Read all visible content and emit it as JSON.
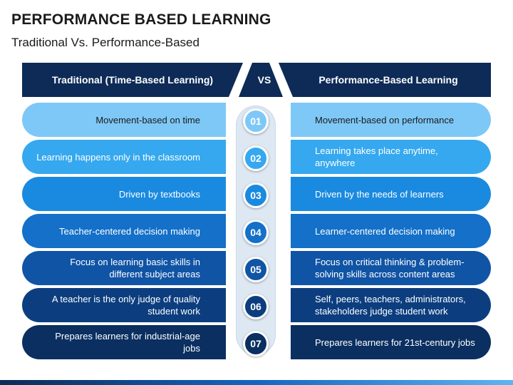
{
  "title": "PERFORMANCE BASED LEARNING",
  "subtitle": "Traditional Vs. Performance-Based",
  "header": {
    "left_label": "Traditional (Time-Based Learning)",
    "vs_label": "VS",
    "right_label": "Performance-Based Learning"
  },
  "colors": {
    "header": "#0d2b56",
    "row_bg": [
      "#7ec8f7",
      "#35a8ef",
      "#1a8ae0",
      "#1470c8",
      "#1054a5",
      "#0c3e7f",
      "#0a2f60"
    ],
    "row_text": [
      "#1a1a1a",
      "#ffffff",
      "#ffffff",
      "#ffffff",
      "#ffffff",
      "#ffffff",
      "#ffffff"
    ]
  },
  "rows": [
    {
      "number": "01",
      "traditional": "Movement-based on time",
      "performance": "Movement-based on performance"
    },
    {
      "number": "02",
      "traditional": "Learning happens only in the classroom",
      "performance": "Learning takes place anytime, anywhere"
    },
    {
      "number": "03",
      "traditional": "Driven by textbooks",
      "performance": "Driven by the needs of learners"
    },
    {
      "number": "04",
      "traditional": "Teacher-centered decision making",
      "performance": "Learner-centered  decision making"
    },
    {
      "number": "05",
      "traditional": "Focus on learning basic skills in different subject areas",
      "performance": "Focus on critical thinking & problem-solving skills across content areas"
    },
    {
      "number": "06",
      "traditional": "A teacher is the only judge of quality student work",
      "performance": "Self, peers, teachers, administrators, stakeholders judge student work"
    },
    {
      "number": "07",
      "traditional": "Prepares learners for industrial-age jobs",
      "performance": "Prepares learners for 21st-century jobs"
    }
  ]
}
